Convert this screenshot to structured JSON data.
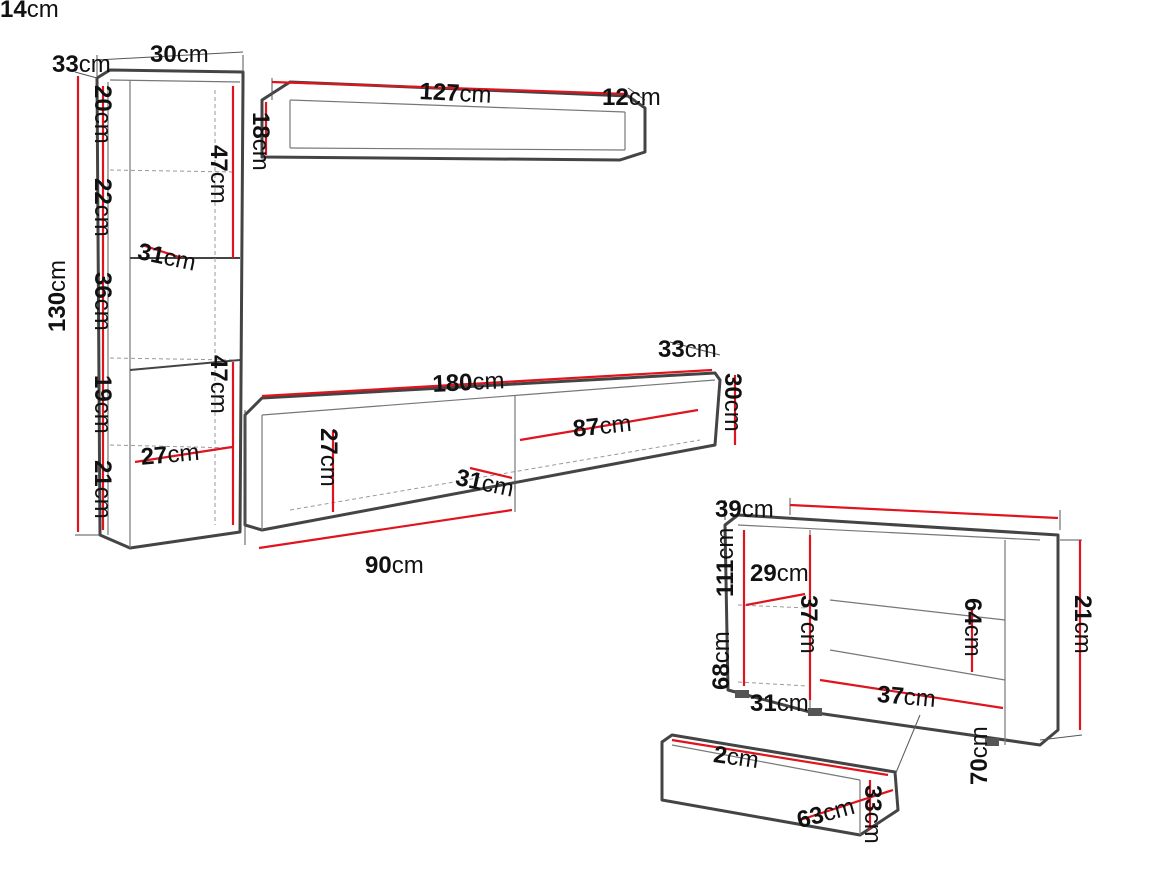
{
  "dimension_color": "#e0141e",
  "outline_color": "#444444",
  "unit": "cm",
  "labels": [
    {
      "id": "tall-depth",
      "value": "33"
    },
    {
      "id": "tall-width",
      "value": "30"
    },
    {
      "id": "wall-shelf-width",
      "value": "127"
    },
    {
      "id": "wall-shelf-depth",
      "value": "12"
    },
    {
      "id": "wall-shelf-height",
      "value": "18"
    },
    {
      "id": "tall-top-compartment",
      "value": "20"
    },
    {
      "id": "tall-upper-door",
      "value": "47"
    },
    {
      "id": "tall-second-compartment",
      "value": "22"
    },
    {
      "id": "tall-inner-depth",
      "value": "31"
    },
    {
      "id": "tall-height",
      "value": "130"
    },
    {
      "id": "tall-open-compartment",
      "value": "36"
    },
    {
      "id": "tall-lower-door",
      "value": "47"
    },
    {
      "id": "tall-fourth-compartment",
      "value": "19"
    },
    {
      "id": "tall-inner-width",
      "value": "27"
    },
    {
      "id": "tall-bottom-compartment",
      "value": "21"
    },
    {
      "id": "tv-width",
      "value": "180"
    },
    {
      "id": "tv-depth",
      "value": "33"
    },
    {
      "id": "tv-height",
      "value": "30"
    },
    {
      "id": "tv-right-compartment",
      "value": "87"
    },
    {
      "id": "tv-inner-height",
      "value": "27"
    },
    {
      "id": "tv-inner-depth",
      "value": "31"
    },
    {
      "id": "tv-left-compartment",
      "value": "90"
    },
    {
      "id": "dresser-depth",
      "value": "39"
    },
    {
      "id": "dresser-width",
      "value": "111"
    },
    {
      "id": "dresser-upper-shelf",
      "value": "29"
    },
    {
      "id": "dresser-upper-shelf-depth",
      "value": "37"
    },
    {
      "id": "dresser-door-height",
      "value": "64"
    },
    {
      "id": "dresser-drawer-front",
      "value": "21"
    },
    {
      "id": "dresser-height",
      "value": "68"
    },
    {
      "id": "dresser-lower-shelf",
      "value": "31"
    },
    {
      "id": "dresser-lower-shelf-depth",
      "value": "37"
    },
    {
      "id": "dresser-drawer-width",
      "value": "70"
    },
    {
      "id": "dresser-feet",
      "value": "2"
    },
    {
      "id": "drawer-length",
      "value": "63"
    },
    {
      "id": "drawer-depth",
      "value": "33"
    },
    {
      "id": "drawer-height",
      "value": "14"
    }
  ]
}
